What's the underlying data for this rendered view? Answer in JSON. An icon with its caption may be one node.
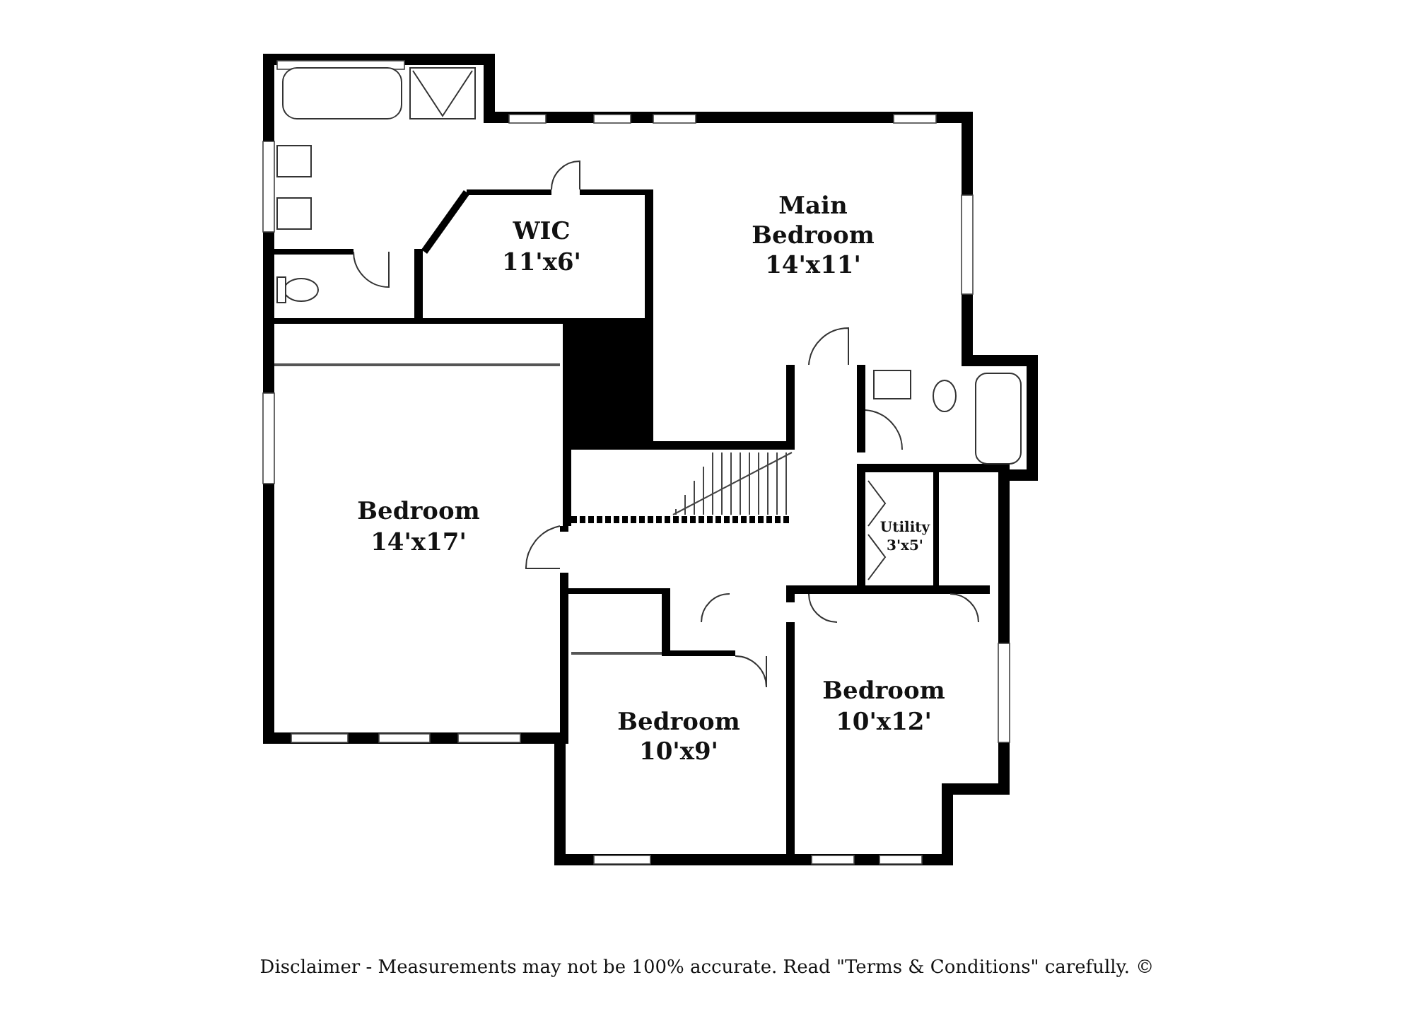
{
  "diagram": {
    "caption": "Disclaimer - Measurements may not be 100% accurate. Read \"Terms & Conditions\" carefully. ©",
    "labels": [
      "WIC",
      "11'x6'",
      "Main Bedroom",
      "14'x11'",
      "Bedroom",
      "14'x17'",
      "Utility",
      "3'x5'",
      "Bedroom",
      "10'x12'",
      "Bedroom",
      "10'x9'"
    ]
  }
}
